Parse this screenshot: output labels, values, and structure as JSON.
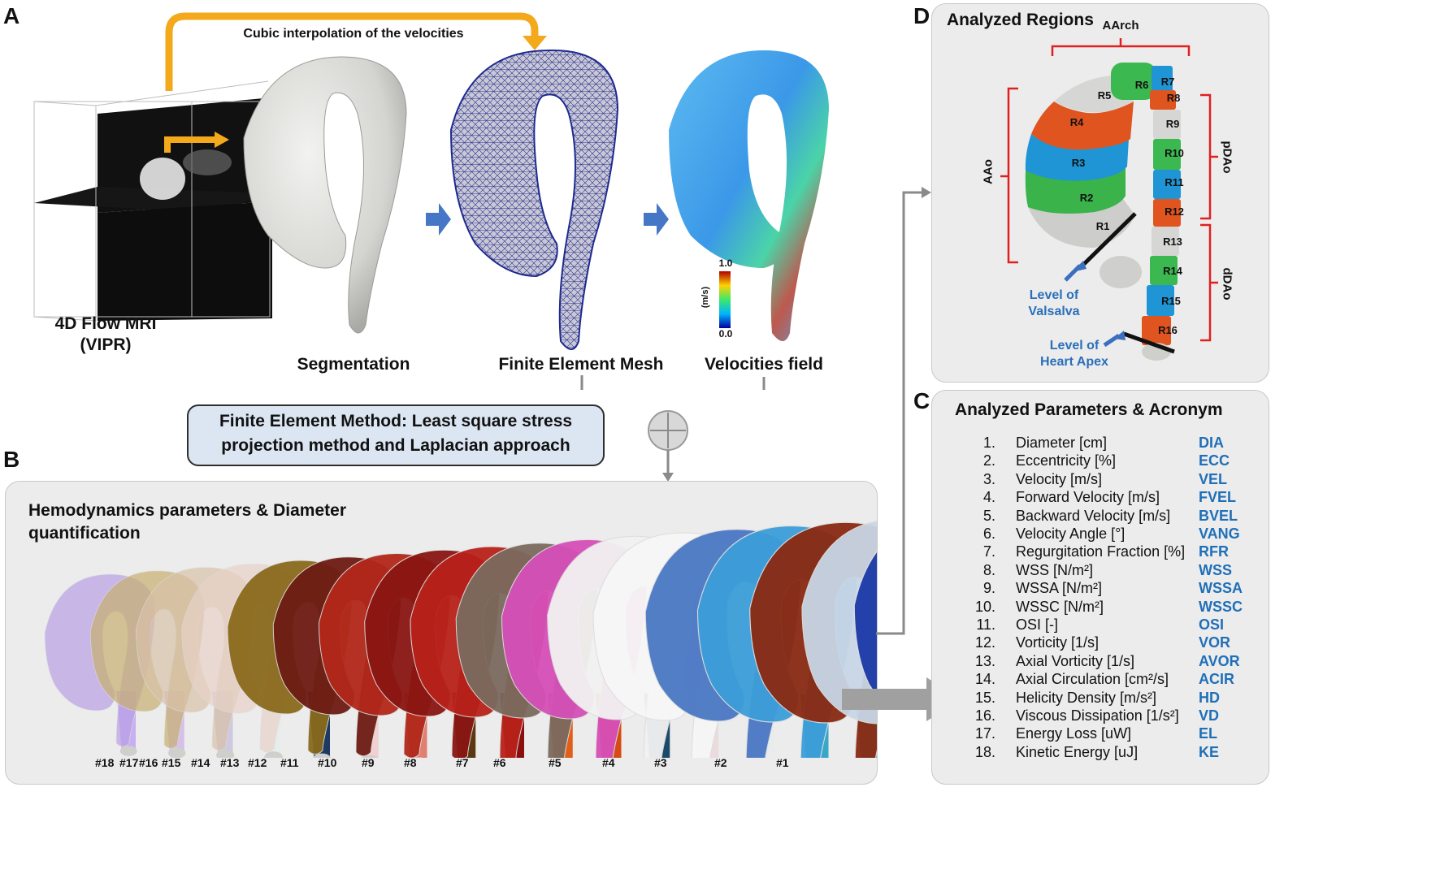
{
  "panels": {
    "a": {
      "letter": "A"
    },
    "b": {
      "letter": "B"
    },
    "c": {
      "letter": "C"
    },
    "d": {
      "letter": "D"
    }
  },
  "pipeline": {
    "interp_label": "Cubic interpolation of the velocities",
    "mri_label_line1": "4D Flow MRI",
    "mri_label_line2": "(VIPR)",
    "segmentation_label": "Segmentation",
    "mesh_label": "Finite Element Mesh",
    "velocity_label": "Velocities field",
    "colorbar": {
      "max": "1.0",
      "min": "0.0",
      "unit": "(m/s)"
    },
    "fem_line1": "Finite Element Method: Least square stress",
    "fem_line2": "projection method and Laplacian approach"
  },
  "hemo": {
    "title_line1": "Hemodynamics parameters & Diameter",
    "title_line2": "quantification",
    "labels": [
      "#18",
      "#17",
      "#16",
      "#15",
      "#14",
      "#13",
      "#12",
      "#11",
      "#10",
      "#9",
      "#8",
      "#7",
      "#6",
      "#5",
      "#4",
      "#3",
      "#2",
      "#1"
    ]
  },
  "regions": {
    "title": "Analyzed Regions",
    "aarch": "AArch",
    "aao": "AAo",
    "pdao": "pDAo",
    "ddao": "dDAo",
    "valsalva_line1": "Level of",
    "valsalva_line2": "Valsalva",
    "apex_line1": "Level of",
    "apex_line2": "Heart Apex",
    "segments": [
      "R1",
      "R2",
      "R3",
      "R4",
      "R5",
      "R6",
      "R7",
      "R8",
      "R9",
      "R10",
      "R11",
      "R12",
      "R13",
      "R14",
      "R15",
      "R16"
    ]
  },
  "parameters": {
    "title": "Analyzed Parameters & Acronym",
    "rows": [
      {
        "num": "1.",
        "name": "Diameter [cm]",
        "acr": "DIA"
      },
      {
        "num": "2.",
        "name": "Eccentricity [%]",
        "acr": "ECC"
      },
      {
        "num": "3.",
        "name": "Velocity [m/s]",
        "acr": "VEL"
      },
      {
        "num": "4.",
        "name": "Forward Velocity [m/s]",
        "acr": "FVEL"
      },
      {
        "num": "5.",
        "name": "Backward Velocity [m/s]",
        "acr": "BVEL"
      },
      {
        "num": "6.",
        "name": "Velocity Angle [°]",
        "acr": "VANG"
      },
      {
        "num": "7.",
        "name": "Regurgitation Fraction [%]",
        "acr": "RFR"
      },
      {
        "num": "8.",
        "name": "WSS [N/m²]",
        "acr": "WSS"
      },
      {
        "num": "9.",
        "name": "WSSA [N/m²]",
        "acr": "WSSA"
      },
      {
        "num": "10.",
        "name": "WSSC [N/m²]",
        "acr": "WSSC"
      },
      {
        "num": "11.",
        "name": "OSI [-]",
        "acr": "OSI"
      },
      {
        "num": "12.",
        "name": "Vorticity [1/s]",
        "acr": "VOR"
      },
      {
        "num": "13.",
        "name": "Axial Vorticity [1/s]",
        "acr": "AVOR"
      },
      {
        "num": "14.",
        "name": "Axial Circulation [cm²/s]",
        "acr": "ACIR"
      },
      {
        "num": "15.",
        "name": "Helicity Density [m/s²]",
        "acr": "HD"
      },
      {
        "num": "16.",
        "name": "Viscous Dissipation [1/s²]",
        "acr": "VD"
      },
      {
        "num": "17.",
        "name": "Energy Loss [uW]",
        "acr": "EL"
      },
      {
        "num": "18.",
        "name": "Kinetic Energy [uJ]",
        "acr": "KE"
      }
    ]
  }
}
